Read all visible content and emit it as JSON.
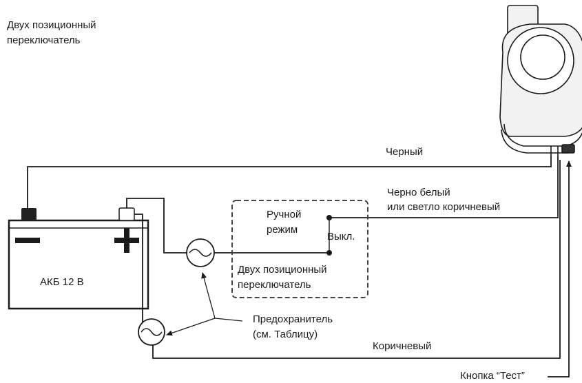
{
  "title": {
    "line1": "Двух позиционный",
    "line2": "переключатель"
  },
  "wires": {
    "black": "Черный",
    "black_white_line1": "Черно белый",
    "black_white_line2": "или светло коричневый",
    "brown": "Коричневый"
  },
  "battery": {
    "label": "АКБ 12 В",
    "minus": "−",
    "plus": "+"
  },
  "switch": {
    "manual_line1": "Ручной",
    "manual_line2": "режим",
    "off": "Выкл.",
    "name_line1": "Двух позиционный",
    "name_line2": "переключатель"
  },
  "fuse": {
    "line1": "Предохранитель",
    "line2": "(см. Таблицу)"
  },
  "test_button": "Кнопка “Тест”",
  "colors": {
    "line": "#1a1a1a",
    "pump_fill": "#f2f2f2"
  }
}
